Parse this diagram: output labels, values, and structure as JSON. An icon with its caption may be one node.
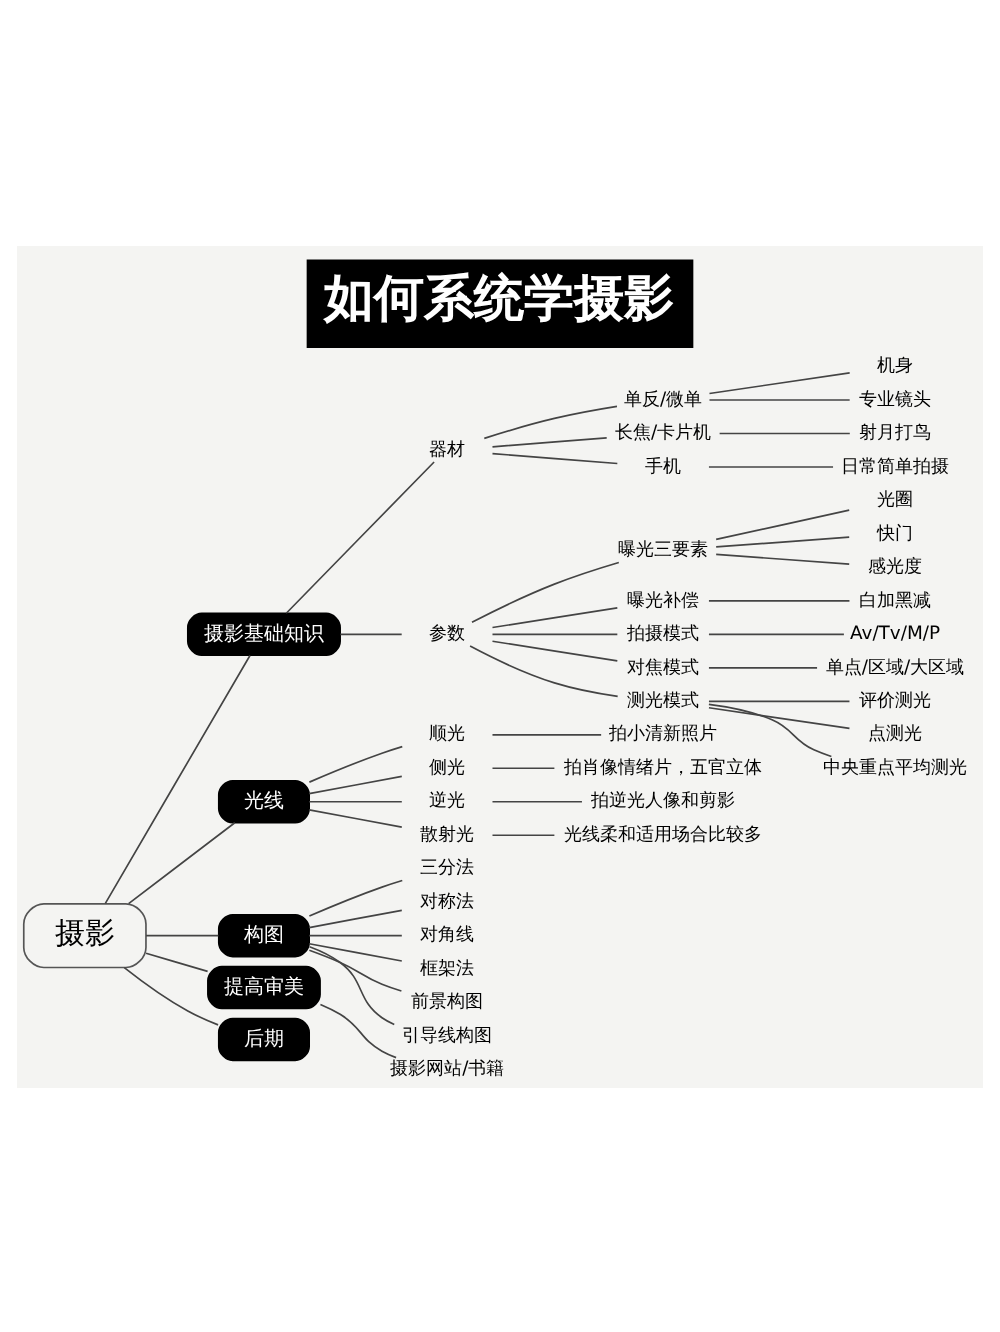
{
  "diagram": {
    "title": "如何系统学摄影",
    "nodes": [
      {
        "text": [
          "摄影"
        ]
      },
      {
        "text": [
          "摄影基础知识"
        ]
      },
      {
        "text": [
          "器材"
        ]
      },
      {
        "text": [
          "单反/微单"
        ]
      },
      {
        "text": [
          "机身"
        ]
      },
      {
        "text": [
          "专业镜头"
        ]
      },
      {
        "text": [
          "长焦/卡片机"
        ]
      },
      {
        "text": [
          "射月打鸟"
        ]
      },
      {
        "text": [
          "手机"
        ]
      },
      {
        "text": [
          "日常简单拍摄"
        ]
      },
      {
        "text": [
          "参数"
        ]
      },
      {
        "text": [
          "曝光三要素"
        ]
      },
      {
        "text": [
          "光圈"
        ]
      },
      {
        "text": [
          "快门"
        ]
      },
      {
        "text": [
          "感光度"
        ]
      },
      {
        "text": [
          "曝光补偿"
        ]
      },
      {
        "text": [
          "白加黑减"
        ]
      },
      {
        "text": [
          "拍摄模式"
        ]
      },
      {
        "text": [
          "Av/Tv/M/P"
        ]
      },
      {
        "text": [
          "对焦模式"
        ]
      },
      {
        "text": [
          "单点/区域/大区域"
        ]
      },
      {
        "text": [
          "测光模式"
        ]
      },
      {
        "text": [
          "评价测光"
        ]
      },
      {
        "text": [
          "点测光"
        ]
      },
      {
        "text": [
          "中央重点平均测光"
        ]
      },
      {
        "text": [
          "光线"
        ]
      },
      {
        "text": [
          "顺光"
        ]
      },
      {
        "text": [
          "拍小清新照片"
        ]
      },
      {
        "text": [
          "侧光"
        ]
      },
      {
        "text": [
          "拍肖像情绪片，五官立体"
        ]
      },
      {
        "text": [
          "逆光"
        ]
      },
      {
        "text": [
          "拍逆光人像和剪影"
        ]
      },
      {
        "text": [
          "散射光"
        ]
      },
      {
        "text": [
          "光线柔和适用场合比较多"
        ]
      },
      {
        "text": [
          "构图"
        ]
      },
      {
        "text": [
          "三分法"
        ]
      },
      {
        "text": [
          "对称法"
        ]
      },
      {
        "text": [
          "对角线"
        ]
      },
      {
        "text": [
          "框架法"
        ]
      },
      {
        "text": [
          "前景构图"
        ]
      },
      {
        "text": [
          "引导线构图"
        ]
      },
      {
        "text": [
          "提高审美"
        ]
      },
      {
        "text": [
          "摄影网站/书籍"
        ]
      },
      {
        "text": [
          "后期"
        ]
      }
    ],
    "edges": [
      {
        "from": 0,
        "to": 1,
        "arrow": "none"
      },
      {
        "from": 1,
        "to": 2,
        "arrow": "none"
      },
      {
        "from": 2,
        "to": 3,
        "arrow": "none"
      },
      {
        "from": 3,
        "to": 4,
        "arrow": "none"
      },
      {
        "from": 3,
        "to": 5,
        "arrow": "none"
      },
      {
        "from": 2,
        "to": 6,
        "arrow": "none"
      },
      {
        "from": 6,
        "to": 7,
        "arrow": "none"
      },
      {
        "from": 2,
        "to": 8,
        "arrow": "none"
      },
      {
        "from": 8,
        "to": 9,
        "arrow": "none"
      },
      {
        "from": 1,
        "to": 10,
        "arrow": "none"
      },
      {
        "from": 10,
        "to": 11,
        "arrow": "none"
      },
      {
        "from": 11,
        "to": 12,
        "arrow": "none"
      },
      {
        "from": 11,
        "to": 13,
        "arrow": "none"
      },
      {
        "from": 11,
        "to": 14,
        "arrow": "none"
      },
      {
        "from": 10,
        "to": 15,
        "arrow": "none"
      },
      {
        "from": 15,
        "to": 16,
        "arrow": "none"
      },
      {
        "from": 10,
        "to": 17,
        "arrow": "none"
      },
      {
        "from": 17,
        "to": 18,
        "arrow": "none"
      },
      {
        "from": 10,
        "to": 19,
        "arrow": "none"
      },
      {
        "from": 19,
        "to": 20,
        "arrow": "none"
      },
      {
        "from": 10,
        "to": 21,
        "arrow": "none"
      },
      {
        "from": 21,
        "to": 22,
        "arrow": "none"
      },
      {
        "from": 21,
        "to": 23,
        "arrow": "none"
      },
      {
        "from": 21,
        "to": 24,
        "arrow": "none"
      },
      {
        "from": 0,
        "to": 25,
        "arrow": "none"
      },
      {
        "from": 25,
        "to": 26,
        "arrow": "none"
      },
      {
        "from": 26,
        "to": 27,
        "arrow": "none"
      },
      {
        "from": 25,
        "to": 28,
        "arrow": "none"
      },
      {
        "from": 28,
        "to": 29,
        "arrow": "none"
      },
      {
        "from": 25,
        "to": 30,
        "arrow": "none"
      },
      {
        "from": 30,
        "to": 31,
        "arrow": "none"
      },
      {
        "from": 25,
        "to": 32,
        "arrow": "none"
      },
      {
        "from": 32,
        "to": 33,
        "arrow": "none"
      },
      {
        "from": 0,
        "to": 34,
        "arrow": "none"
      },
      {
        "from": 34,
        "to": 35,
        "arrow": "none"
      },
      {
        "from": 34,
        "to": 36,
        "arrow": "none"
      },
      {
        "from": 34,
        "to": 37,
        "arrow": "none"
      },
      {
        "from": 34,
        "to": 38,
        "arrow": "none"
      },
      {
        "from": 34,
        "to": 39,
        "arrow": "none"
      },
      {
        "from": 34,
        "to": 40,
        "arrow": "none"
      },
      {
        "from": 0,
        "to": 41,
        "arrow": "none"
      },
      {
        "from": 41,
        "to": 42,
        "arrow": "none"
      },
      {
        "from": 0,
        "to": 43,
        "arrow": "none"
      }
    ]
  }
}
